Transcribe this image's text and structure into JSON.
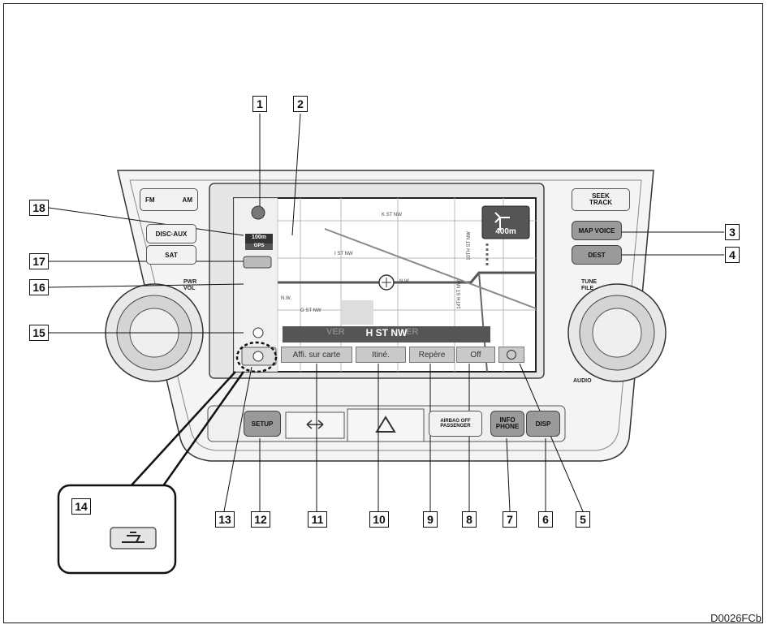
{
  "figure_code": "D0026FCb",
  "callouts": [
    "1",
    "2",
    "3",
    "4",
    "5",
    "6",
    "7",
    "8",
    "9",
    "10",
    "11",
    "12",
    "13",
    "14",
    "15",
    "16",
    "17",
    "18"
  ],
  "left_buttons": {
    "fm_am": [
      "FM",
      "AM"
    ],
    "disc_aux": "DISC·AUX",
    "sat": "SAT",
    "pwr_vol": "PWR\nVOL"
  },
  "right_buttons": {
    "seek_track": "SEEK\nTRACK",
    "map_voice": "MAP VOICE",
    "dest": "DEST",
    "tune_file": "TUNE\nFILE",
    "audio": "AUDIO"
  },
  "bottom_buttons": {
    "setup": "SETUP",
    "info_phone": "INFO\nPHONE",
    "disp": "DISP",
    "passenger": "PASSENGER",
    "airbag": "AIRBAG OFF"
  },
  "screen": {
    "scale": "100m",
    "gps": "GPS",
    "turn_distance": "400m",
    "street_banner": "H ST NW",
    "bg_street": "VER",
    "bg_street2": "ER",
    "map_buttons": [
      "Affi. sur carte",
      "Itiné.",
      "Repère",
      "Off"
    ],
    "street_labels": [
      "K ST NW",
      "I ST NW",
      "G ST NW",
      "14TH ST NW",
      "N.W.",
      "10TH ST NW",
      "N.W."
    ]
  },
  "inset_label": "14"
}
